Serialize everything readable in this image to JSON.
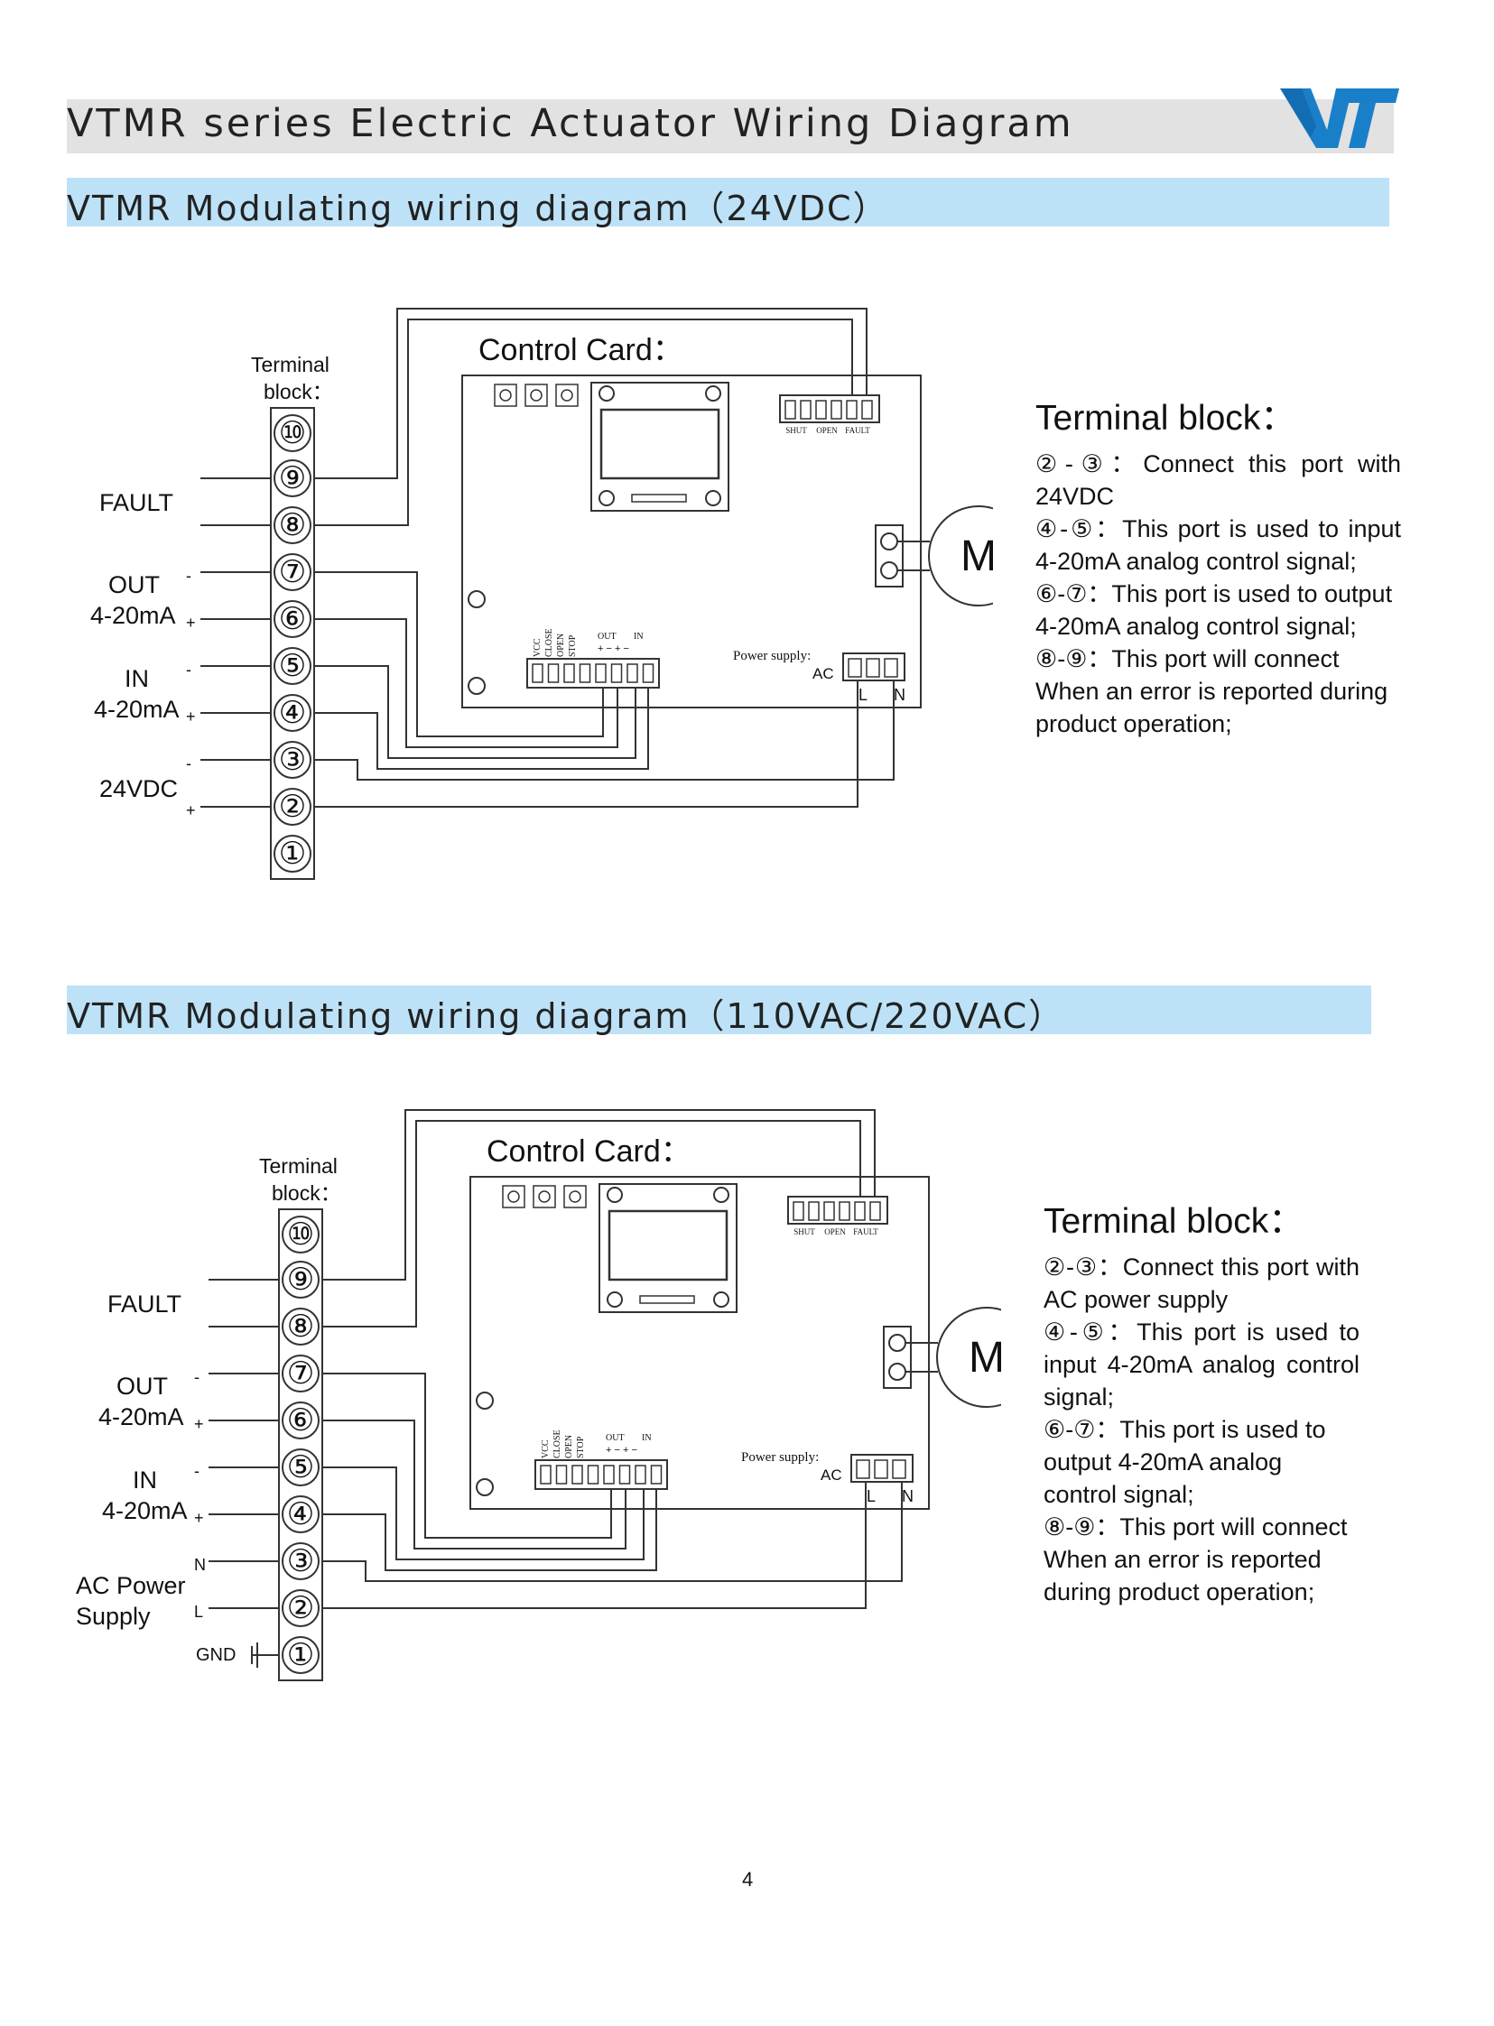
{
  "page_title": "VTMR series Electric Actuator Wiring Diagram",
  "logo_name": "vt-logo",
  "brand_color": "#1a7fc9",
  "page_number": "4",
  "sections": [
    {
      "heading": "VTMR Modulating wiring diagram（24VDC）",
      "diagram": {
        "terminal_block_label_1": "Terminal",
        "terminal_block_label_2": "block：",
        "control_card_label": "Control Card：",
        "terminals": [
          "⑩",
          "⑨",
          "⑧",
          "⑦",
          "⑥",
          "⑤",
          "④",
          "③",
          "②",
          "①"
        ],
        "fault_label": "FAULT",
        "out_label_1": "OUT",
        "out_label_2": "4-20mA",
        "in_label_1": "IN",
        "in_label_2": "4-20mA",
        "power_label_1": "24VDC",
        "power_label_2": "",
        "gnd_label": "",
        "pol_7": "-",
        "pol_6": "+",
        "pol_5": "-",
        "pol_4": "+",
        "pol_3": "-",
        "pol_2": "+",
        "relay_labels": [
          "SHUT",
          "OPEN",
          "FAULT"
        ],
        "signal_labels": [
          "VCC",
          "CLOSE",
          "OPEN",
          "STOP"
        ],
        "out_in_header": [
          "OUT",
          "IN"
        ],
        "out_in_pol": "+ −  + −",
        "power_supply_label": "Power supply:",
        "ac_label": "AC",
        "l_label": "L",
        "n_label": "N",
        "motor_label": "M"
      },
      "description": {
        "heading": "Terminal block：",
        "items": [
          "②-③：Connect this port with 24VDC",
          "④-⑤：This port is used to input 4-20mA analog control signal;",
          "⑥-⑦：This port is used to output 4-20mA analog control signal;",
          "⑧-⑨：This port will connect When an error is reported during product operation;"
        ]
      }
    },
    {
      "heading": "VTMR Modulating wiring diagram（110VAC/220VAC）",
      "diagram": {
        "terminal_block_label_1": "Terminal",
        "terminal_block_label_2": "block：",
        "control_card_label": "Control Card：",
        "terminals": [
          "⑩",
          "⑨",
          "⑧",
          "⑦",
          "⑥",
          "⑤",
          "④",
          "③",
          "②",
          "①"
        ],
        "fault_label": "FAULT",
        "out_label_1": "OUT",
        "out_label_2": "4-20mA",
        "in_label_1": "IN",
        "in_label_2": "4-20mA",
        "power_label_1": "AC Power",
        "power_label_2": "Supply",
        "gnd_label": "GND",
        "pol_7": "-",
        "pol_6": "+",
        "pol_5": "-",
        "pol_4": "+",
        "pol_3": "N",
        "pol_2": "L",
        "relay_labels": [
          "SHUT",
          "OPEN",
          "FAULT"
        ],
        "signal_labels": [
          "VCC",
          "CLOSE",
          "OPEN",
          "STOP"
        ],
        "out_in_header": [
          "OUT",
          "IN"
        ],
        "out_in_pol": "+ −  + −",
        "power_supply_label": "Power supply:",
        "ac_label": "AC",
        "l_label": "L",
        "n_label": "N",
        "motor_label": "M"
      },
      "description": {
        "heading": "Terminal block：",
        "items": [
          "②-③：Connect this port with AC power supply",
          "④-⑤：This port is used to input 4-20mA analog control signal;",
          "⑥-⑦：This port is used to output 4-20mA analog control signal;",
          "⑧-⑨：This port will connect When an error is reported during product operation;"
        ]
      }
    }
  ]
}
